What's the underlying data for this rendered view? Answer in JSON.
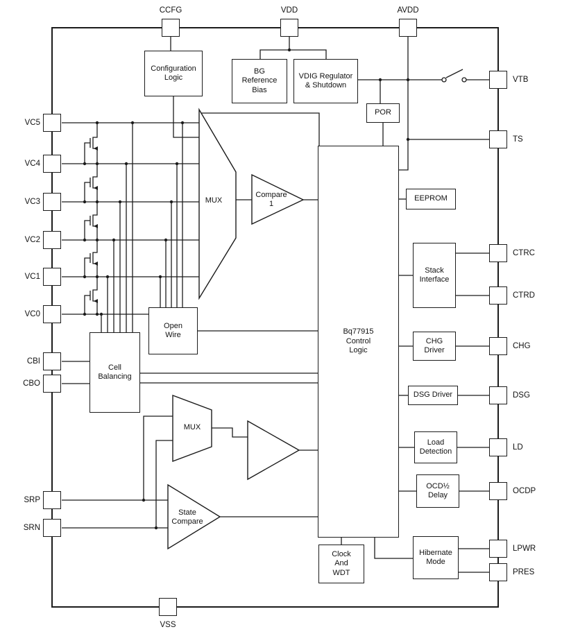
{
  "colors": {
    "stroke": "#1b1b1b",
    "background": "#ffffff"
  },
  "pins": {
    "top": [
      "CCFG",
      "VDD",
      "AVDD"
    ],
    "bottom": [
      "VSS"
    ],
    "left": [
      "VC5",
      "VC4",
      "VC3",
      "VC2",
      "VC1",
      "VC0",
      "CBI",
      "CBO",
      "SRP",
      "SRN"
    ],
    "right": [
      "VTB",
      "TS",
      "CTRC",
      "CTRD",
      "CHG",
      "DSG",
      "LD",
      "OCDP",
      "LPWR",
      "PRES"
    ]
  },
  "blocks": {
    "configuration_logic": "Configuration\nLogic",
    "bg_reference_bias": "BG\nReference\nBias",
    "vdig_regulator": "VDIG Regulator\n& Shutdown",
    "por": "POR",
    "mux1": "MUX",
    "compare1": "Compare\n1",
    "open_wire": "Open\nWire",
    "cell_balancing": "Cell\nBalancing",
    "control_logic": "Bq77915\nControl\nLogic",
    "eeprom": "EEPROM",
    "stack_interface": "Stack\nInterface",
    "chg_driver": "CHG\nDriver",
    "dsg_driver": "DSG Driver",
    "load_detection": "Load\nDetection",
    "ocd_delay": "OCD½\nDelay",
    "hibernate_mode": "Hibernate\nMode",
    "clock_wdt": "Clock\nAnd\nWDT",
    "mux2": "MUX",
    "state_compare": "State\nCompare"
  }
}
